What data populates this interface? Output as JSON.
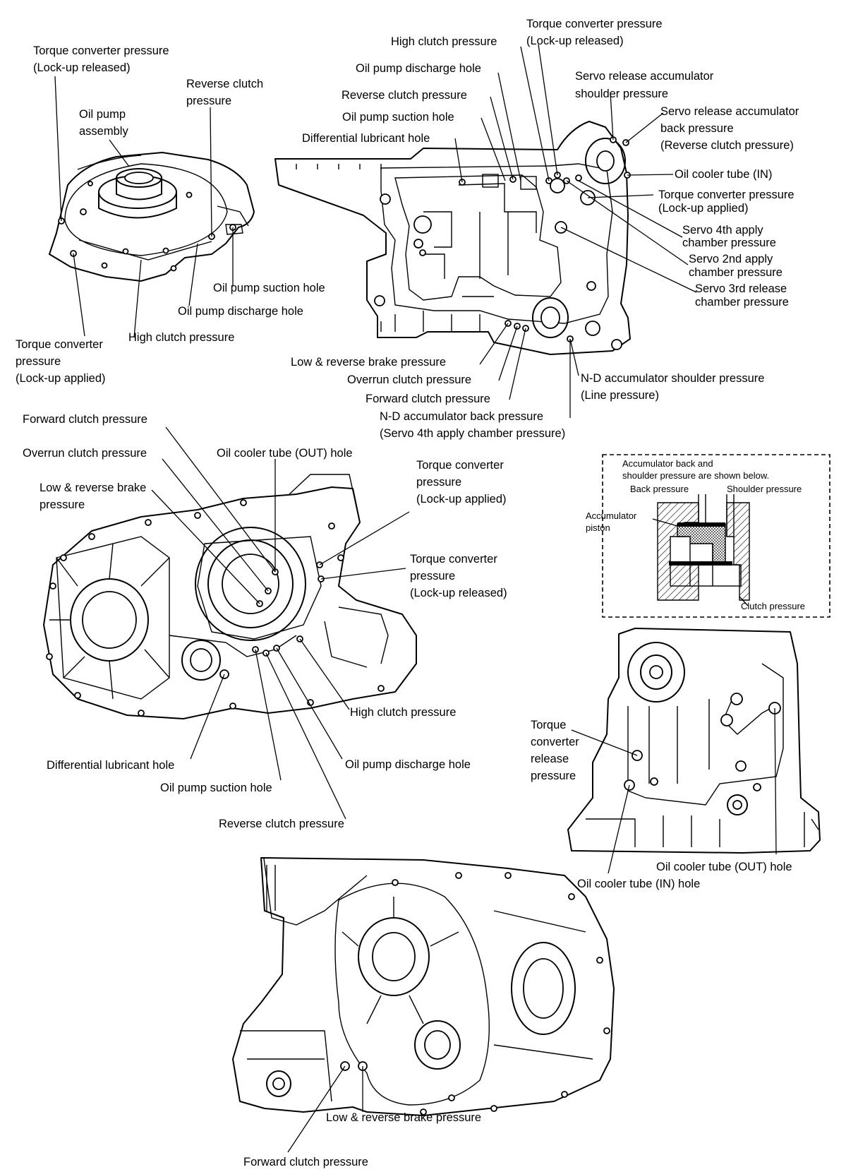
{
  "labels": {
    "pump": [
      "Torque converter pressure",
      "(Lock-up released)",
      "Reverse clutch",
      "pressure",
      "Oil pump",
      "assembly",
      "Oil pump suction hole",
      "Oil pump discharge hole",
      "Torque converter",
      "pressure",
      "(Lock-up applied)",
      "High clutch pressure"
    ],
    "case_top": [
      "Torque converter pressure",
      "(Lock-up released)",
      "High clutch pressure",
      "Oil pump discharge hole",
      "Reverse clutch pressure",
      "Oil pump suction hole",
      "Differential lubricant hole",
      "Servo release accumulator",
      "shoulder pressure",
      "Servo release accumulator",
      "back pressure",
      "(Reverse clutch pressure)",
      "Oil cooler tube (IN)",
      "Torque converter pressure",
      "(Lock-up applied)",
      "Servo 4th apply",
      "chamber pressure",
      "Servo 2nd apply",
      "chamber pressure",
      "Servo 3rd release",
      "chamber pressure",
      "Low & reverse brake pressure",
      "Overrun clutch pressure",
      "Forward clutch pressure",
      "N-D accumulator back pressure",
      "(Servo 4th apply chamber pressure)",
      "N-D accumulator shoulder pressure",
      "(Line pressure)"
    ],
    "case_mid": [
      "Forward clutch pressure",
      "Overrun clutch pressure",
      "Oil cooler tube (OUT) hole",
      "Low & reverse brake",
      "pressure",
      "Torque converter",
      "pressure",
      "(Lock-up applied)",
      "Torque converter",
      "pressure",
      "(Lock-up released)",
      "High clutch pressure",
      "Differential lubricant hole",
      "Oil pump discharge hole",
      "Oil pump suction hole",
      "Reverse clutch pressure"
    ],
    "inset": [
      "Accumulator back and",
      "shoulder pressure are shown below.",
      "Back pressure",
      "Shoulder pressure",
      "Accumulator",
      "piston",
      "Clutch pressure"
    ],
    "side": [
      "Torque",
      "converter",
      "release",
      "pressure",
      "Oil cooler tube (OUT) hole",
      "Oil cooler tube (IN) hole"
    ],
    "bottom": [
      "Low & reverse brake pressure",
      "Forward clutch pressure"
    ]
  }
}
